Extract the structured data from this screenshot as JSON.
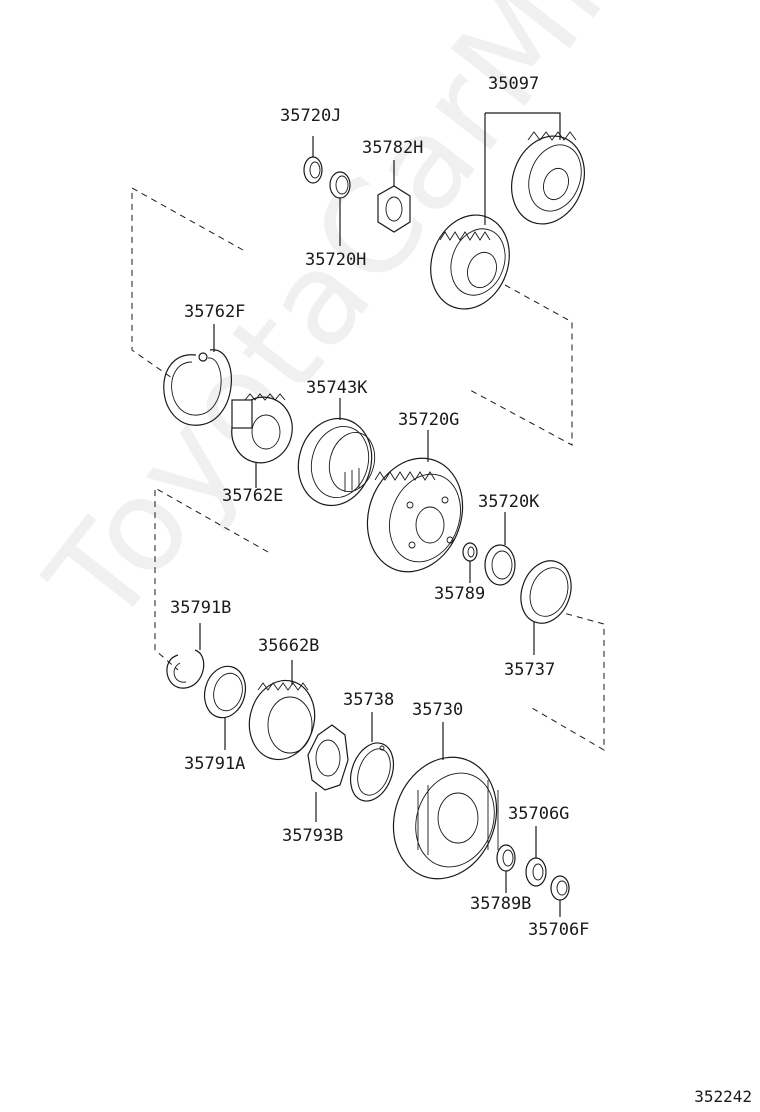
{
  "diagram": {
    "parts": [
      {
        "id": "p35097",
        "label": "35097"
      },
      {
        "id": "p35720J",
        "label": "35720J"
      },
      {
        "id": "p35782H",
        "label": "35782H"
      },
      {
        "id": "p35720H",
        "label": "35720H"
      },
      {
        "id": "p35762F",
        "label": "35762F"
      },
      {
        "id": "p35743K",
        "label": "35743K"
      },
      {
        "id": "p35720G",
        "label": "35720G"
      },
      {
        "id": "p35762E",
        "label": "35762E"
      },
      {
        "id": "p35720K",
        "label": "35720K"
      },
      {
        "id": "p35789",
        "label": "35789"
      },
      {
        "id": "p35791B",
        "label": "35791B"
      },
      {
        "id": "p35662B",
        "label": "35662B"
      },
      {
        "id": "p35737",
        "label": "35737"
      },
      {
        "id": "p35738",
        "label": "35738"
      },
      {
        "id": "p35730",
        "label": "35730"
      },
      {
        "id": "p35791A",
        "label": "35791A"
      },
      {
        "id": "p35706G",
        "label": "35706G"
      },
      {
        "id": "p35793B",
        "label": "35793B"
      },
      {
        "id": "p35789B",
        "label": "35789B"
      },
      {
        "id": "p35706F",
        "label": "35706F"
      }
    ]
  },
  "watermark": "ToyotaCarMine.ru",
  "ref_code": "352242"
}
